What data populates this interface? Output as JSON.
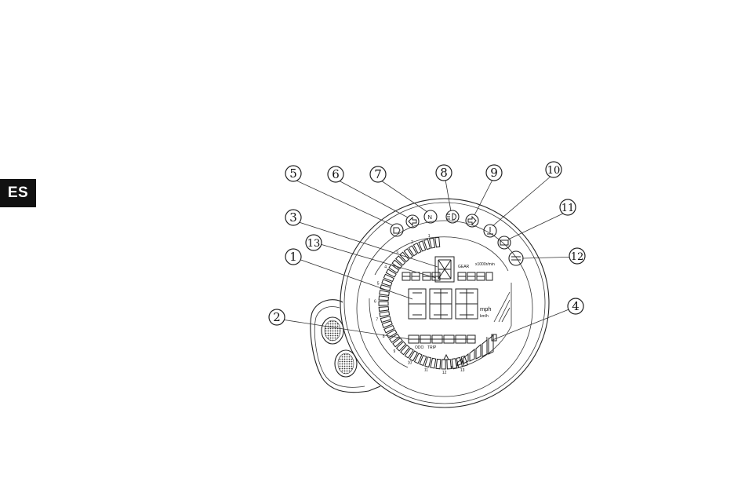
{
  "language_tab": "ES",
  "display": {
    "gear_label": "GEAR",
    "rpm_unit": "x1000r/min",
    "speed_units": [
      "mph",
      "km/h"
    ],
    "odo_label": "ODO",
    "trip_label": "TRIP",
    "tacho_marks": [
      "1",
      "2",
      "3",
      "4",
      "5",
      "6",
      "7",
      "8",
      "9",
      "10",
      "11",
      "12",
      "13"
    ],
    "neutral_symbol": "N"
  },
  "callouts": [
    {
      "id": "5",
      "label": "5"
    },
    {
      "id": "6",
      "label": "6"
    },
    {
      "id": "7",
      "label": "7"
    },
    {
      "id": "8",
      "label": "8"
    },
    {
      "id": "9",
      "label": "9"
    },
    {
      "id": "10",
      "label": "10"
    },
    {
      "id": "11",
      "label": "11"
    },
    {
      "id": "3",
      "label": "3"
    },
    {
      "id": "13",
      "label": "13"
    },
    {
      "id": "12",
      "label": "12"
    },
    {
      "id": "1",
      "label": "1"
    },
    {
      "id": "4",
      "label": "4"
    },
    {
      "id": "2",
      "label": "2"
    }
  ]
}
